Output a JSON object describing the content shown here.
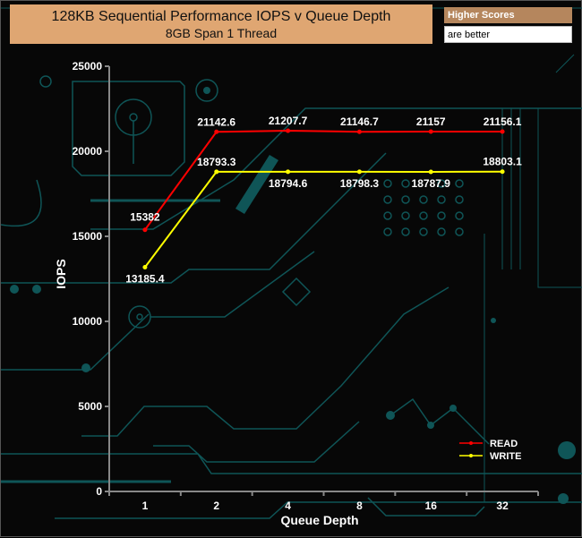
{
  "badge": {
    "line1": "Higher Scores",
    "line2": "are better"
  },
  "colors": {
    "title_bg": "#dfa672",
    "badge_top_bg": "#b5865d",
    "read": "#ff0000",
    "write": "#ffff00",
    "circuit": "#0f5557"
  },
  "chart_data": {
    "type": "line",
    "title": "128KB Sequential Performance IOPS v Queue Depth",
    "subtitle": "8GB Span 1 Thread",
    "xlabel": "Queue Depth",
    "ylabel": "IOPS",
    "categories": [
      "1",
      "2",
      "4",
      "8",
      "16",
      "32"
    ],
    "ylim": [
      0,
      25000
    ],
    "yticks": [
      0,
      5000,
      10000,
      15000,
      20000,
      25000
    ],
    "grid": false,
    "legend": "bottom-right",
    "series": [
      {
        "name": "READ",
        "color": "#ff0000",
        "values": [
          15382,
          21142.6,
          21207.7,
          21146.7,
          21157,
          21156.1
        ],
        "labels": [
          "15382",
          "21142.6",
          "21207.7",
          "21146.7",
          "21157",
          "21156.1"
        ]
      },
      {
        "name": "WRITE",
        "color": "#ffff00",
        "values": [
          13185.4,
          18793.3,
          18794.6,
          18798.3,
          18787.9,
          18803.1
        ],
        "labels": [
          "13185.4",
          "18793.3",
          "18794.6",
          "18798.3",
          "18787.9",
          "18803.1"
        ]
      }
    ]
  }
}
